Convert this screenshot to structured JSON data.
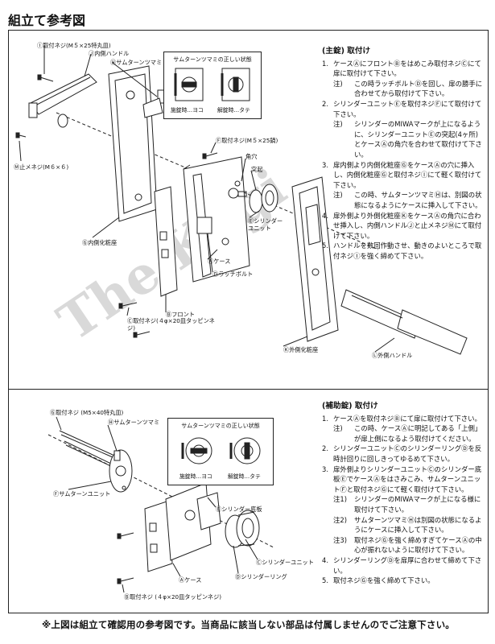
{
  "page_title": "組立て参考図",
  "footnote": "※上図は組立て確認用の参考図です。当商品に該当しない部品は付属しませんのでご注意下さい。",
  "watermark": "The Kagi",
  "main_lock": {
    "heading": "(主錠) 取付け",
    "steps": [
      {
        "num": "1.",
        "text": "ケースⒶにフロントⒷをはめこみ取付ネジⒸにて扉に取付けて下さい。",
        "notes": [
          {
            "label": "注)",
            "text": "この時ラッチボルトⒹを回し、扉の勝手に合わせてから取付けて下さい。"
          }
        ]
      },
      {
        "num": "2.",
        "text": "シリンダーユニットⒺを取付ネジⒻにて取付けて下さい。",
        "notes": [
          {
            "label": "注)",
            "text": "シリンダーのMIWAマークが上になるように、シリンダーユニットⒺの突起(4ヶ所)とケースⒶの角穴を合わせて取付けて下さい。"
          }
        ]
      },
      {
        "num": "3.",
        "text": "扉内側より内側化粧座ⒼをケースⒶの穴に挿入し、内側化粧座Ⓖと取付ネジⒾにて軽く取付けて下さい。",
        "notes": [
          {
            "label": "注)",
            "text": "この時、サムターンツマミⒽは、別図の状態になるようにケースに挿入して下さい。"
          }
        ]
      },
      {
        "num": "4.",
        "text": "扉外側より外側化粧座ⓀをケースⒶの角穴に合わせ挿入し、内側ハンドルⒿと止メネジⓂにて取付けて下さい。",
        "notes": []
      },
      {
        "num": "5.",
        "text": "ハンドルを数回作動させ、動きのよいところで取付ネジⒾを強く締めて下さい。",
        "notes": []
      }
    ]
  },
  "aux_lock": {
    "heading": "(補助錠) 取付け",
    "steps": [
      {
        "num": "1.",
        "text": "ケースⒶを取付ネジⒷにて扉に取付けて下さい。",
        "notes": [
          {
            "label": "注)",
            "text": "この時、ケースⒶに明記してある「上側」が扉上側になるよう取付けてください。"
          }
        ]
      },
      {
        "num": "2.",
        "text": "シリンダーユニットⒸのシリンダーリングⒹを反時計回りに回しきってゆるめて下さい。",
        "notes": []
      },
      {
        "num": "3.",
        "text": "扉外側よりシリンダーユニットⒸのシリンダー底板ⒺでケースⒶをはさみこみ、サムターンユニットⒻと取付ネジⒼにて軽く取付けて下さい。",
        "notes": [
          {
            "label": "注1)",
            "text": "シリンダーのMIWAマークが上になる様に取付けて下さい。"
          },
          {
            "label": "注2)",
            "text": "サムターンツマミⒽは別図の状態になるようにケースに挿入して下さい。"
          },
          {
            "label": "注3)",
            "text": "取付ネジⒼを強く締めすぎてケースⒶの中心が振れないように取付けて下さい。"
          }
        ]
      },
      {
        "num": "4.",
        "text": "シリンダーリングⒹを扉厚に合わせて締めて下さい。",
        "notes": []
      },
      {
        "num": "5.",
        "text": "取付ネジⒼを強く締めて下さい。",
        "notes": []
      }
    ]
  },
  "thumbturn_box": {
    "title": "サムターンツマミの正しい状態",
    "locked_label": "施錠時…ヨコ",
    "unlocked_label": "解錠時…タテ"
  },
  "labels_main": {
    "i": "Ⓘ取付ネジ(M５×25特丸皿)",
    "j": "Ⓙ内側ハンドル",
    "h": "Ⓗサムターンツマミ",
    "m": "Ⓜ止メネジ(M６×６)",
    "g": "Ⓖ内側化粧座",
    "f": "Ⓕ取付ネジ(M５×25鍋)",
    "kakuana": "角穴",
    "tokki": "突起",
    "e": "Ⓔシリンダーユニット",
    "a": "Ⓐケース",
    "d": "Ⓓラッチボルト",
    "b": "Ⓑフロント",
    "c": "Ⓒ取付ネジ(４φ×20皿タッピンネジ)",
    "k": "Ⓚ外側化粧座",
    "l": "Ⓛ外側ハンドル"
  },
  "labels_aux": {
    "g": "Ⓖ取付ネジ (M5×40特丸皿)",
    "h": "Ⓗサムターンツマミ",
    "f": "Ⓕサムターンユニット",
    "e": "Ⓔシリンダー底板",
    "c": "Ⓒシリンダーユニット",
    "d": "Ⓓシリンダーリング",
    "a": "Ⓐケース",
    "b": "Ⓑ取付ネジ (４φ×20皿タッピンネジ)"
  }
}
